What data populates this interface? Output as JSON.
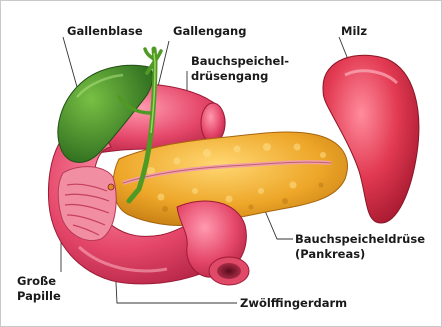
{
  "labels": {
    "gallbladder": "Gallenblase",
    "bile_duct": "Gallengang",
    "pancreatic_duct_line1": "Bauchspeichel-",
    "pancreatic_duct_line2": "drüsengang",
    "spleen": "Milz",
    "pancreas_line1": "Bauchspeicheldrüse",
    "pancreas_line2": "(Pankreas)",
    "papilla_line1": "Große",
    "papilla_line2": "Papille",
    "duodenum": "Zwölffingerdarm"
  },
  "colors": {
    "duodenum": "#e0405e",
    "spleen": "#d8344c",
    "pancreas": "#e9a020",
    "gallbladder": "#3f8a24",
    "bile_duct": "#6aae2a"
  }
}
